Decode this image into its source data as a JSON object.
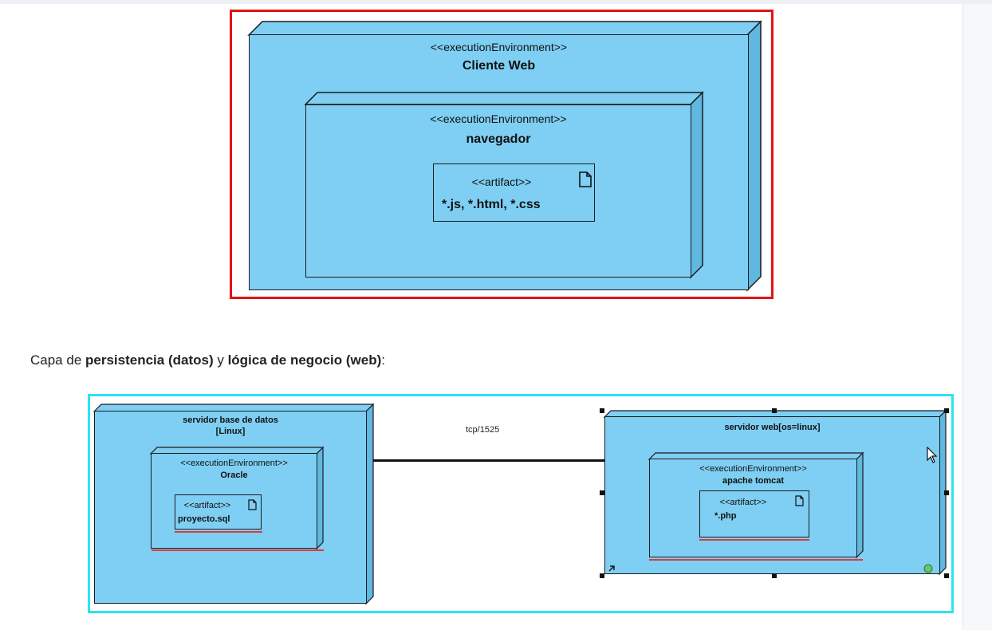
{
  "diagram1": {
    "outer_node": {
      "stereotype": "<<executionEnvironment>>",
      "name": "Cliente Web"
    },
    "inner_node": {
      "stereotype": "<<executionEnvironment>>",
      "name": "navegador"
    },
    "artifact": {
      "stereotype": "<<artifact>>",
      "name": "*.js, *.html, *.css"
    }
  },
  "caption": {
    "prefix": "Capa de ",
    "bold1": "persistencia (datos)",
    "middle": " y ",
    "bold2": "lógica de negocio (web)",
    "suffix": ":"
  },
  "diagram2": {
    "db_server": {
      "name_line1": "servidor base de datos",
      "name_line2": "[Linux]"
    },
    "oracle": {
      "stereotype": "<<executionEnvironment>>",
      "name": "Oracle"
    },
    "sql_artifact": {
      "stereotype": "<<artifact>>",
      "name": "proyecto.sql"
    },
    "link_label": "tcp/1525",
    "web_server": {
      "name": "servidor web[os=linux]"
    },
    "tomcat": {
      "stereotype": "<<executionEnvironment>>",
      "name": "apache tomcat"
    },
    "php_artifact": {
      "stereotype": "<<artifact>>",
      "name": "*.php"
    }
  },
  "colors": {
    "node_fill": "#7ecff3",
    "frame_red": "#e01414",
    "frame_cyan": "#2ee3ee",
    "underline": "#e0393a"
  },
  "icons": [
    "document-icon",
    "cursor-arrow-icon",
    "resize-handle-icon"
  ]
}
